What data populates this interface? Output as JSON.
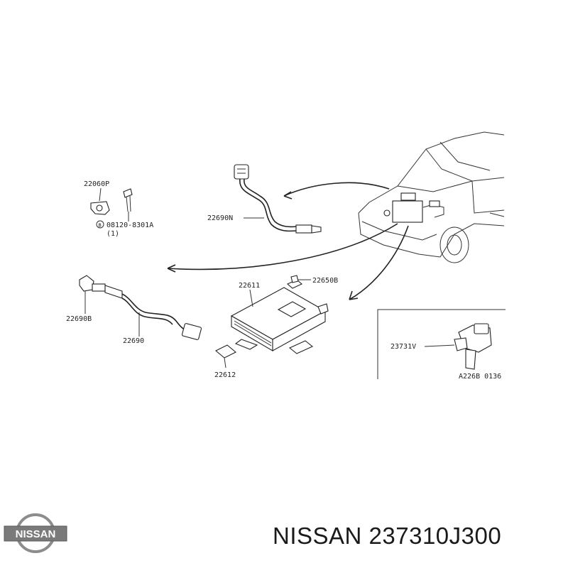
{
  "labels": {
    "p22060p": "22060P",
    "bolt": "08120-8301A",
    "bolt_qty": "(1)",
    "p22690n": "22690N",
    "p22611": "22611",
    "p22650b": "22650B",
    "p22690b": "22690B",
    "p22690": "22690",
    "p22612": "22612",
    "p23731v": "23731V",
    "ref_code": "A226B 0136"
  },
  "footer": {
    "logo_text": "NISSAN",
    "title": "NISSAN 237310J300"
  },
  "colors": {
    "line": "#333333",
    "logo_badge": "#8c8c8c",
    "logo_bar": "#7a7a7a"
  }
}
